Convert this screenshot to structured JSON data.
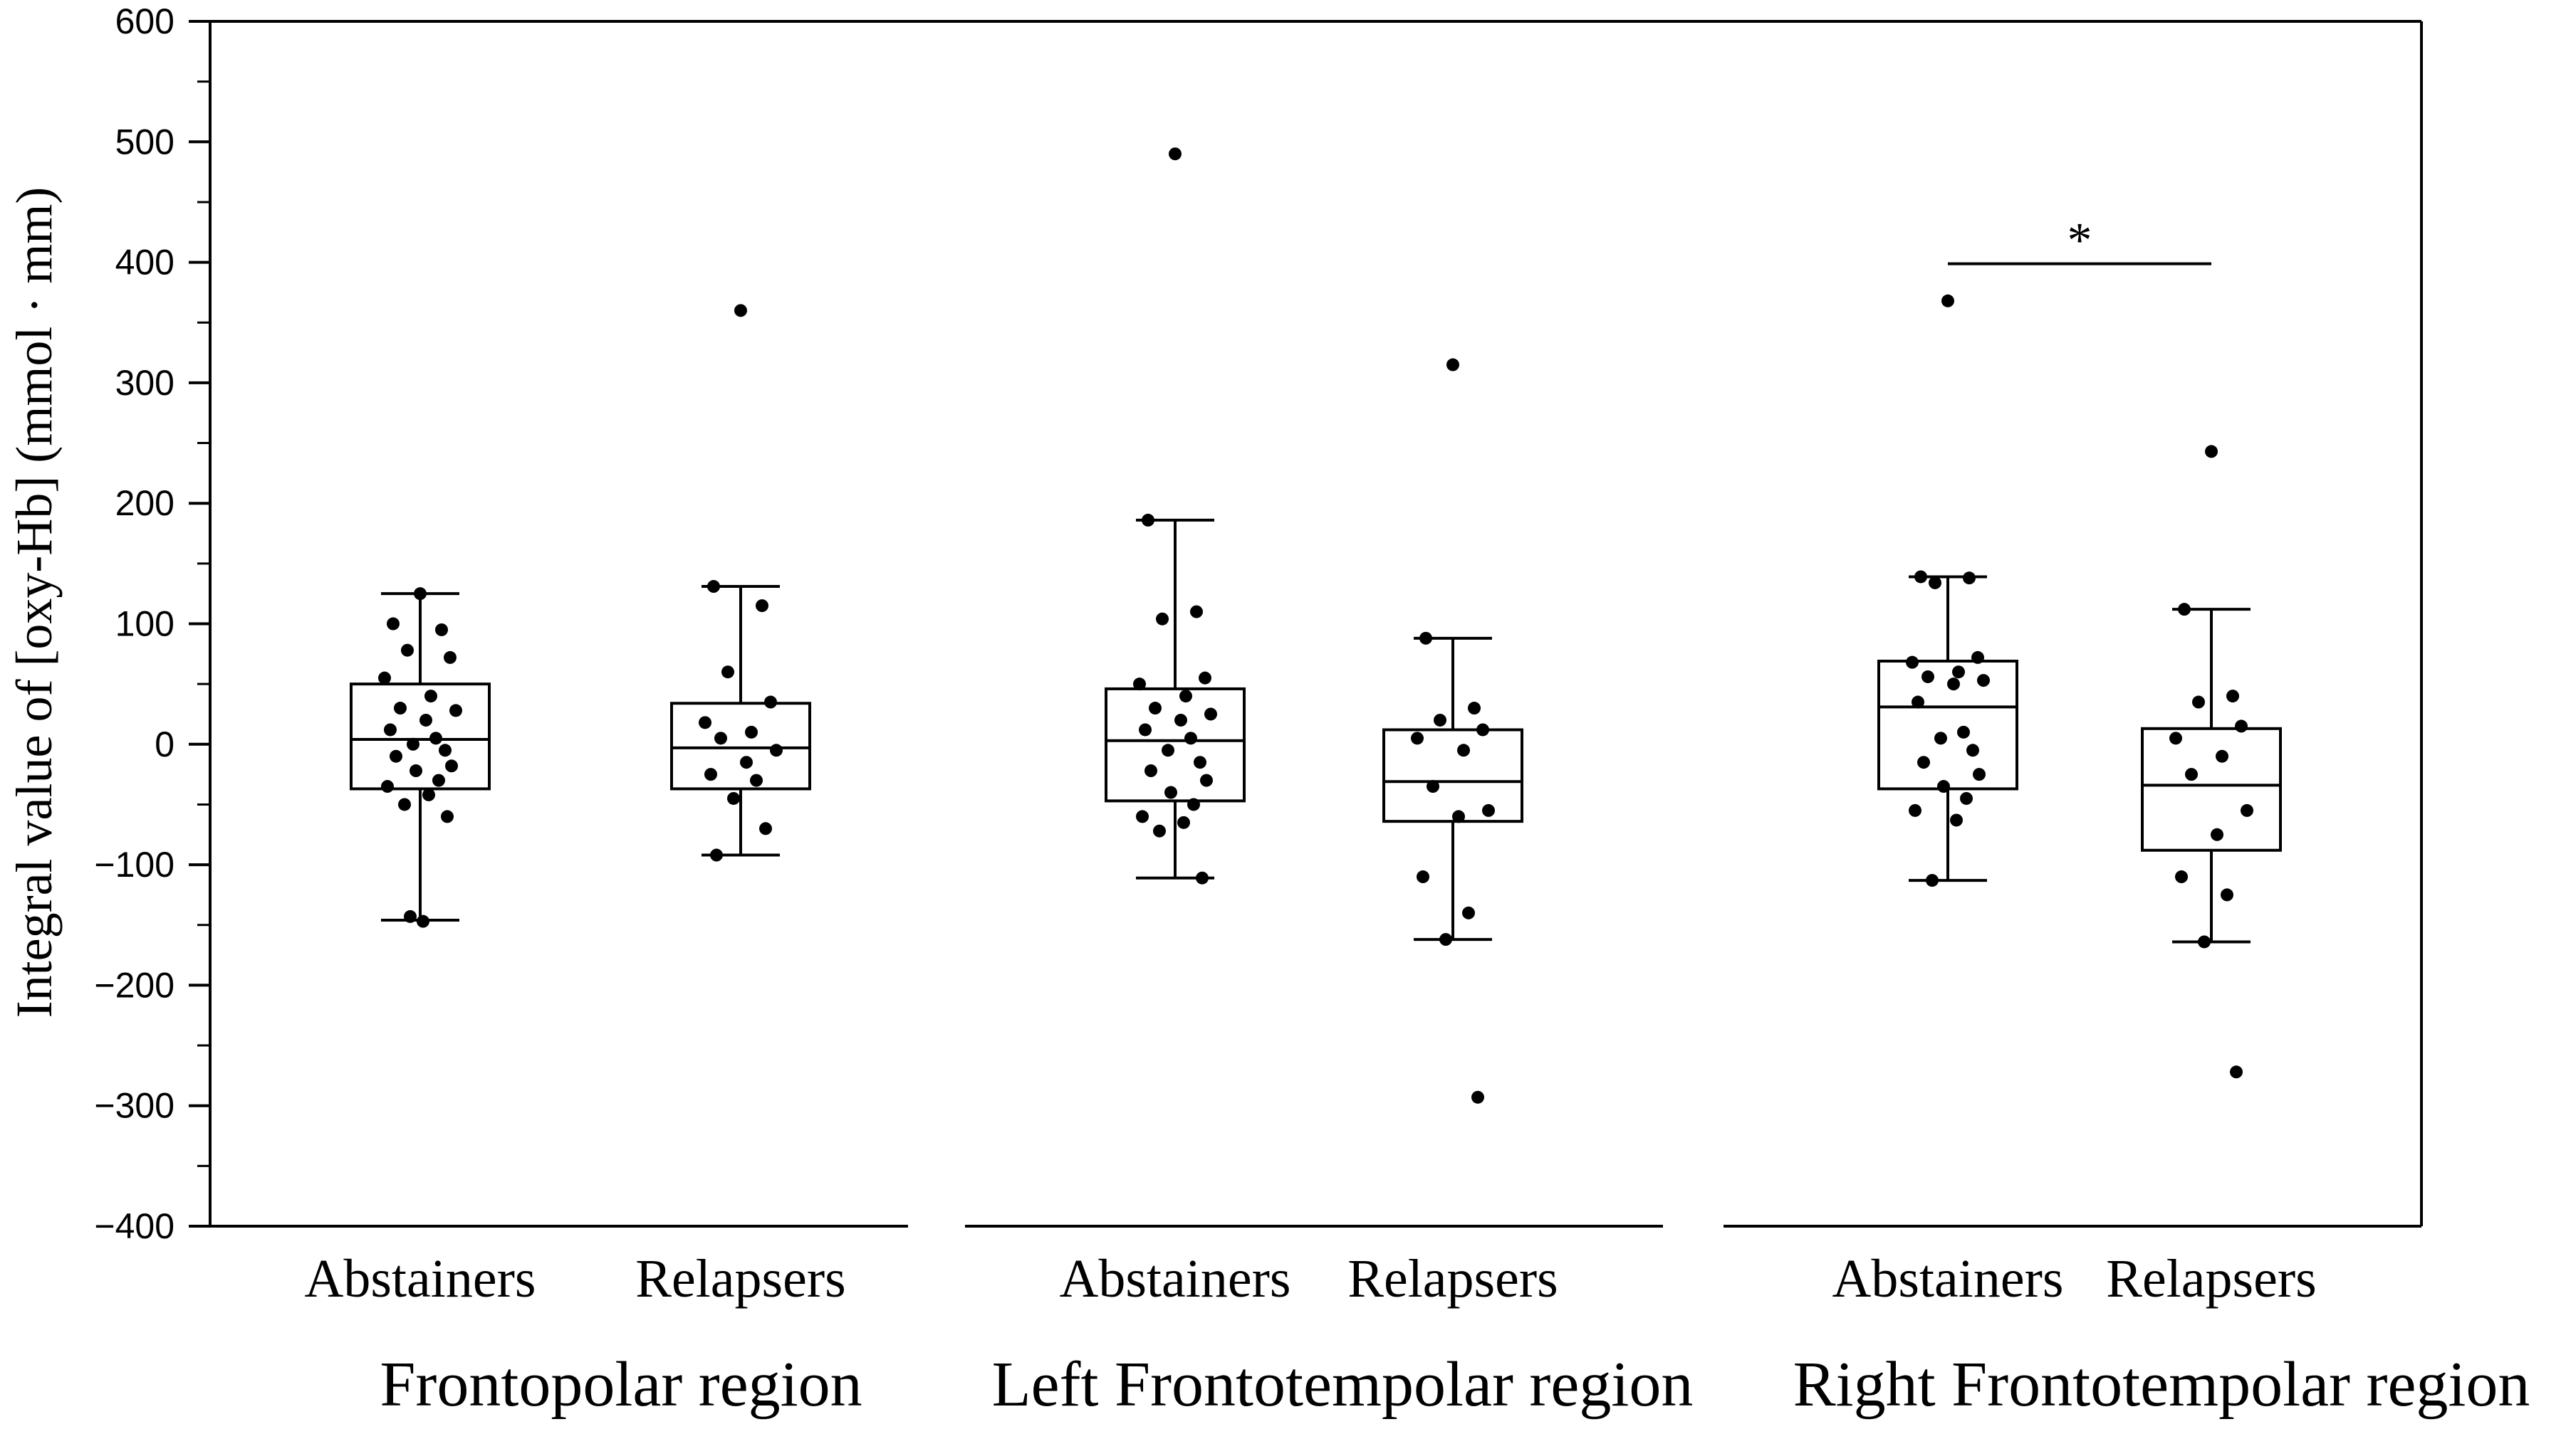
{
  "chart_data": {
    "type": "box",
    "ylabel": "Integral value of [oxy-Hb] (mmol · mm)",
    "ylim": [
      -400,
      600
    ],
    "yticks": [
      600,
      500,
      400,
      300,
      200,
      100,
      0,
      -100,
      -200,
      -300,
      -400
    ],
    "ytick_labels": [
      "600",
      "500",
      "400",
      "300",
      "200",
      "100",
      "0",
      "−100",
      "−200",
      "−300",
      "−400"
    ],
    "groups": [
      {
        "region": "Frontopolar region",
        "boxes": [
          {
            "category": "Abstainers",
            "whisker_low": -146,
            "q1": -37,
            "median": 4,
            "q3": 50,
            "whisker_high": 125,
            "points": [
              125,
              100,
              95,
              78,
              72,
              55,
              40,
              30,
              28,
              20,
              12,
              5,
              0,
              -5,
              -10,
              -18,
              -22,
              -30,
              -35,
              -42,
              -50,
              -60,
              -143,
              -147
            ]
          },
          {
            "category": "Relapsers",
            "whisker_low": -92,
            "q1": -37,
            "median": -3,
            "q3": 34,
            "whisker_high": 131,
            "points": [
              360,
              131,
              115,
              60,
              35,
              18,
              10,
              5,
              -5,
              -15,
              -25,
              -30,
              -45,
              -70,
              -92
            ]
          }
        ]
      },
      {
        "region": "Left Frontotempolar region",
        "boxes": [
          {
            "category": "Abstainers",
            "whisker_low": -111,
            "q1": -47,
            "median": 3,
            "q3": 46,
            "whisker_high": 186,
            "points": [
              490,
              186,
              110,
              104,
              55,
              50,
              40,
              30,
              25,
              20,
              12,
              5,
              -5,
              -15,
              -22,
              -30,
              -40,
              -50,
              -60,
              -65,
              -72,
              -111
            ]
          },
          {
            "category": "Relapsers",
            "whisker_low": -162,
            "q1": -64,
            "median": -31,
            "q3": 12,
            "whisker_high": 88,
            "points": [
              315,
              88,
              30,
              20,
              12,
              5,
              -5,
              -35,
              -55,
              -60,
              -110,
              -140,
              -162,
              -293
            ]
          }
        ]
      },
      {
        "region": "Right Frontotempolar region",
        "boxes": [
          {
            "category": "Abstainers",
            "whisker_low": -113,
            "q1": -37,
            "median": 31,
            "q3": 69,
            "whisker_high": 139,
            "points": [
              368,
              139,
              138,
              134,
              72,
              68,
              60,
              56,
              53,
              50,
              35,
              10,
              5,
              -5,
              -15,
              -25,
              -35,
              -45,
              -55,
              -63,
              -113
            ]
          },
          {
            "category": "Relapsers",
            "whisker_low": -164,
            "q1": -88,
            "median": -34,
            "q3": 13,
            "whisker_high": 112,
            "points": [
              243,
              112,
              40,
              35,
              15,
              5,
              -10,
              -25,
              -55,
              -75,
              -110,
              -125,
              -164,
              -272
            ]
          }
        ]
      }
    ],
    "annotations": [
      {
        "text": "*",
        "group": 2,
        "from": 0,
        "to": 1,
        "y": 400
      }
    ],
    "grid": false,
    "legend": "none"
  }
}
